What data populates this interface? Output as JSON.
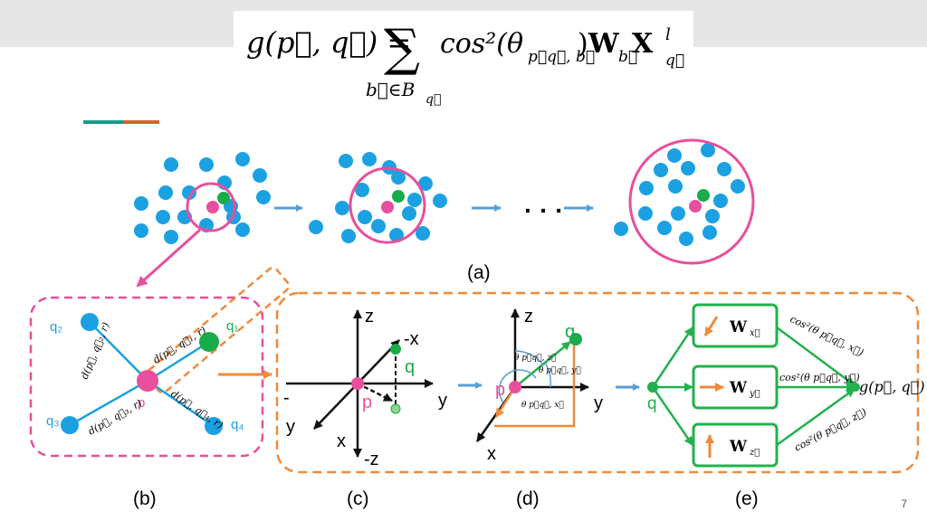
{
  "formula": {
    "lhs": "g(p⃗, q⃗) =",
    "sum_sign": "∑",
    "body": "cos²(θ",
    "theta_sub": "p⃗q⃗, b⃗",
    "close": ")",
    "w": "W",
    "w_sub": "b⃗",
    "x": "X",
    "x_sup": "l",
    "x_sub": "q⃗",
    "subscript": "b⃗∈B",
    "subscript_sub": "q⃗"
  },
  "panel_a": {
    "ellipsis": "· · ·",
    "caption": "(a)"
  },
  "panel_b": {
    "caption": "(b)",
    "q1": "q₁",
    "q2": "q₂",
    "q3": "q₃",
    "q4": "q₄",
    "p": "p",
    "d1": "d(p⃗, q⃗₁, r)",
    "d2": "d(p⃗, q⃗₂, r)",
    "d3": "d(p⃗, q⃗₃, r)",
    "d4": "d(p⃗, q⃗₄, r)"
  },
  "panel_c": {
    "caption": "(c)",
    "z": "z",
    "neg_z": "-z",
    "neg_x": "-x",
    "x": "x",
    "y": "y",
    "neg_y_left": "-",
    "y_lower": "y",
    "q": "q",
    "p": "p"
  },
  "panel_d": {
    "caption": "(d)",
    "z": "z",
    "x": "x",
    "y": "y",
    "q": "q",
    "p": "p",
    "theta_z": "θ p⃗q⃗, z⃗",
    "theta_y": "θ p⃗q⃗, y⃗",
    "theta_x": "θ p⃗q⃗, x⃗"
  },
  "panel_e": {
    "caption": "(e)",
    "q": "q",
    "wx": "W",
    "wx_sub": "x⃗",
    "wy": "W",
    "wy_sub": "y⃗",
    "wz": "W",
    "wz_sub": "z⃗",
    "cos_x": "cos²(θ p⃗q⃗, x⃗)",
    "cos_y": "cos²(θ p⃗q⃗, y⃗)",
    "cos_z": "cos²(θ p⃗q⃗, z⃗)",
    "output": "g(p⃗, q⃗)"
  },
  "page_number": "7",
  "colors": {
    "blue_point": "#1ba1e2",
    "green_point": "#1aab4b",
    "pink": "#e84f9c",
    "orange": "#ef8a3a",
    "arrow_blue": "#5a9fd4",
    "green_line": "#22b14c"
  }
}
